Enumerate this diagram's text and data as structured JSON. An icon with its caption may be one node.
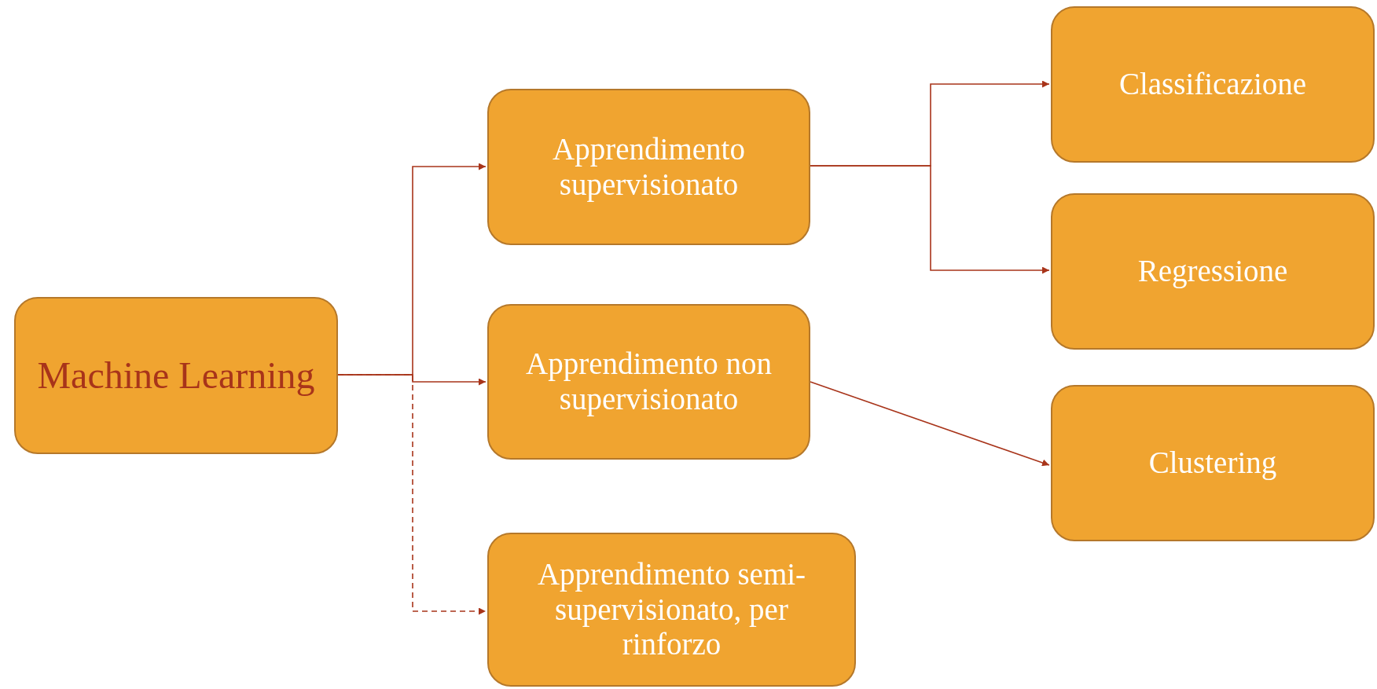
{
  "diagram": {
    "nodes": [
      {
        "text": [
          "Machine Learning"
        ]
      },
      {
        "text": [
          "Apprendimento supervisionato"
        ]
      },
      {
        "text": [
          "Apprendimento non supervisionato"
        ]
      },
      {
        "text": [
          "Apprendimento semi-supervisionato, per rinforzo"
        ]
      },
      {
        "text": [
          "Classificazione"
        ]
      },
      {
        "text": [
          "Regressione"
        ]
      },
      {
        "text": [
          "Clustering"
        ]
      }
    ],
    "edges": [
      {
        "from": 0,
        "to": 1,
        "arrow": "to"
      },
      {
        "from": 0,
        "to": 2,
        "arrow": "to"
      },
      {
        "from": 0,
        "to": 3,
        "arrow": "to",
        "style": "dashed"
      },
      {
        "from": 1,
        "to": 4,
        "arrow": "to"
      },
      {
        "from": 1,
        "to": 5,
        "arrow": "to"
      },
      {
        "from": 2,
        "to": 6,
        "arrow": "to"
      }
    ]
  }
}
